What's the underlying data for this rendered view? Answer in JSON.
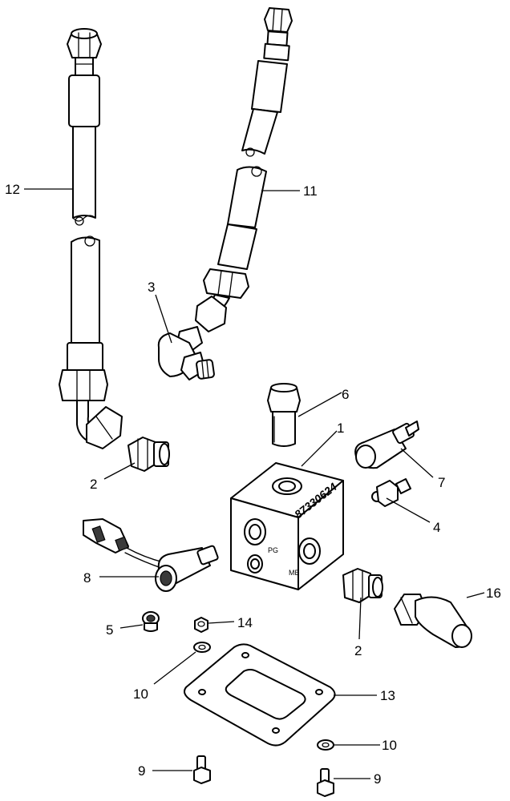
{
  "block_marking": "87330624",
  "port_labels": [
    "PG",
    "MB"
  ],
  "callouts": [
    {
      "id": "callout-1",
      "text": "1"
    },
    {
      "id": "callout-2a",
      "text": "2"
    },
    {
      "id": "callout-2b",
      "text": "2"
    },
    {
      "id": "callout-3",
      "text": "3"
    },
    {
      "id": "callout-4",
      "text": "4"
    },
    {
      "id": "callout-5",
      "text": "5"
    },
    {
      "id": "callout-6",
      "text": "6"
    },
    {
      "id": "callout-7",
      "text": "7"
    },
    {
      "id": "callout-8",
      "text": "8"
    },
    {
      "id": "callout-9a",
      "text": "9"
    },
    {
      "id": "callout-9b",
      "text": "9"
    },
    {
      "id": "callout-10a",
      "text": "10"
    },
    {
      "id": "callout-10b",
      "text": "10"
    },
    {
      "id": "callout-11",
      "text": "11"
    },
    {
      "id": "callout-12",
      "text": "12"
    },
    {
      "id": "callout-13",
      "text": "13"
    },
    {
      "id": "callout-14",
      "text": "14"
    },
    {
      "id": "callout-16",
      "text": "16"
    }
  ]
}
